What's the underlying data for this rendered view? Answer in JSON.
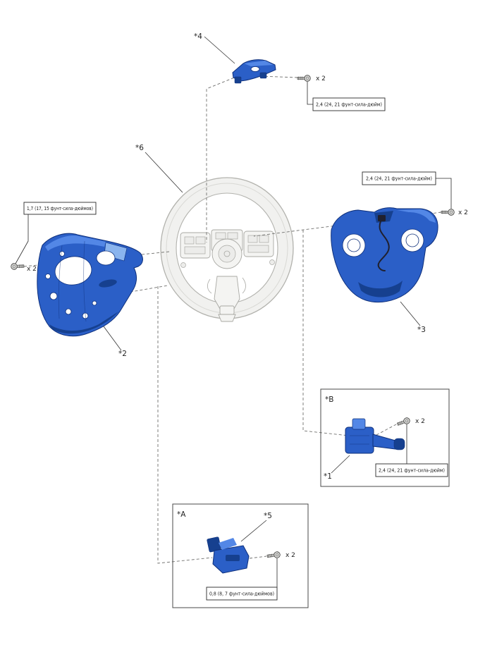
{
  "labels": {
    "part1": "*1",
    "part2": "*2",
    "part3": "*3",
    "part4": "*4",
    "part5": "*5",
    "part6": "*6",
    "box_a": "*A",
    "box_b": "*B"
  },
  "quantities": {
    "x2": "x 2"
  },
  "torques": {
    "top": "2,4 (24, 21 фунт-сила-дюйм)",
    "right": "2,4 (24, 21 фунт-сила-дюйм)",
    "left": "1,7 (17, 15 фунт-сила-дюймов)",
    "box_b": "2,4 (24, 21 фунт-сила-дюйм)",
    "box_a": "0,8 (8, 7 фунт-сила-дюймов)"
  },
  "icons": {
    "fastener": "hex-bolt-icon"
  },
  "colors": {
    "part_fill": "#2b5fc7",
    "part_stroke": "#0e2f7a",
    "part_light": "#5387e6",
    "part_dark": "#16408f",
    "part_window": "#8ab4ee",
    "wire_dark": "#20202e",
    "wheel_fill": "#f1f1ef",
    "wheel_stroke": "#b2b2ad",
    "line_dark": "#2a2a2a",
    "dash_gray": "#6f6f6d"
  }
}
